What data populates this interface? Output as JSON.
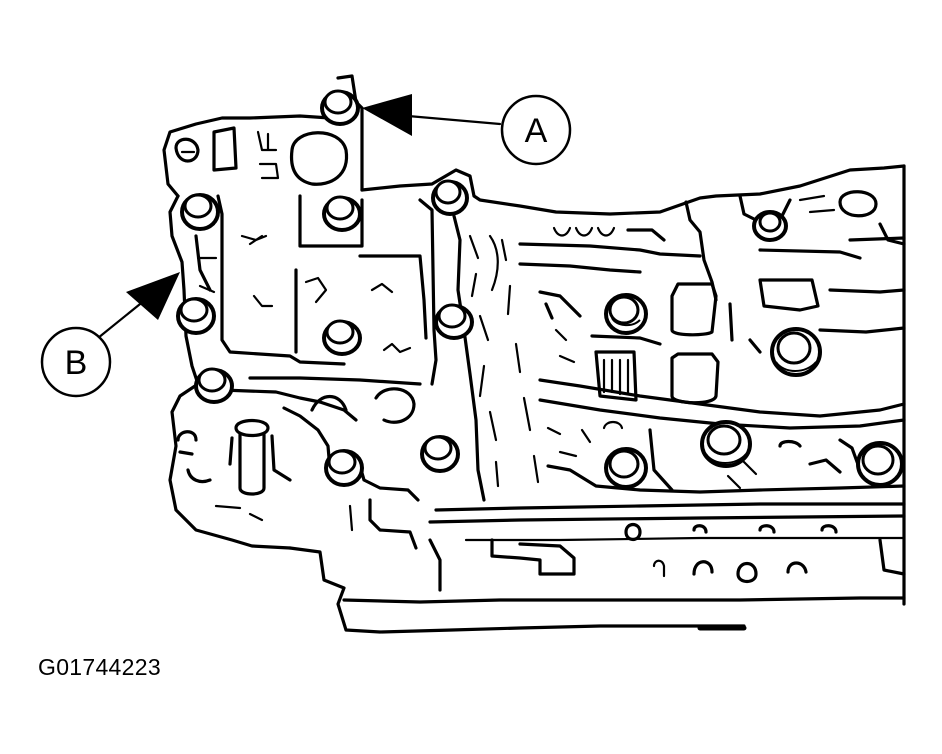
{
  "callouts": {
    "a": {
      "label": "A"
    },
    "b": {
      "label": "B"
    }
  },
  "figure_id": "G01744223",
  "colors": {
    "ink": "#000000",
    "paper": "#ffffff"
  }
}
